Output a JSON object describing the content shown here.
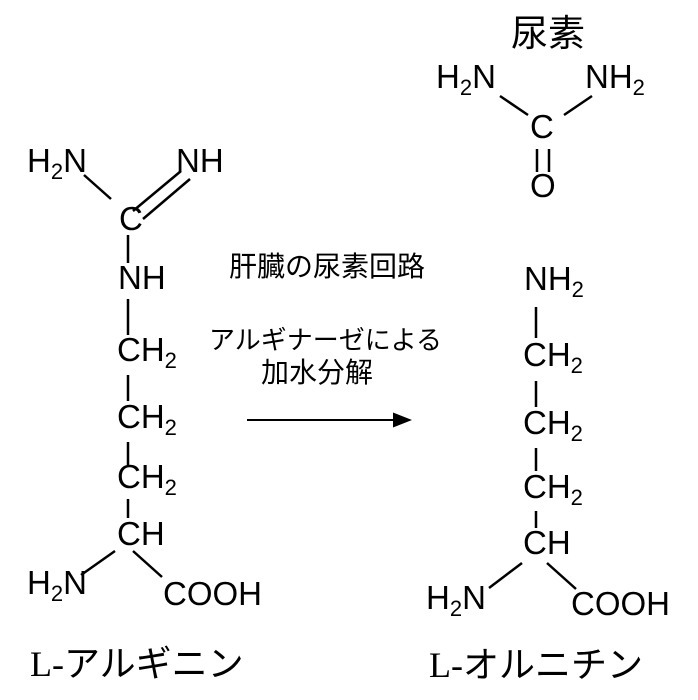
{
  "colors": {
    "ink": "#000000",
    "background": "#ffffff"
  },
  "reaction": {
    "condition_line1": "肝臓の尿素回路",
    "condition_line2": "アルギナーゼによる",
    "condition_line3": "加水分解"
  },
  "urea": {
    "title": "尿素",
    "amine_left": {
      "main": "H",
      "sub": "2",
      "tail": "N"
    },
    "amine_right": {
      "main": "NH",
      "sub": "2",
      "tail": ""
    },
    "carbonyl_carbon": "C",
    "carbonyl_oxygen": "O"
  },
  "arginine": {
    "label": "L-アルギニン",
    "guanidino_amine": {
      "main": "H",
      "sub": "2",
      "tail": "N"
    },
    "guanidino_imine": "NH",
    "guanidino_carbon": "C",
    "chain_nh": "NH",
    "chain_ch2_1": {
      "main": "CH",
      "sub": "2",
      "tail": ""
    },
    "chain_ch2_2": {
      "main": "CH",
      "sub": "2",
      "tail": ""
    },
    "chain_ch2_3": {
      "main": "CH",
      "sub": "2",
      "tail": ""
    },
    "alpha_ch": "CH",
    "alpha_amine": {
      "main": "H",
      "sub": "2",
      "tail": "N"
    },
    "carboxyl": "COOH"
  },
  "ornithine": {
    "label": "L-オルニチン",
    "terminal_amine": {
      "main": "NH",
      "sub": "2",
      "tail": ""
    },
    "chain_ch2_1": {
      "main": "CH",
      "sub": "2",
      "tail": ""
    },
    "chain_ch2_2": {
      "main": "CH",
      "sub": "2",
      "tail": ""
    },
    "chain_ch2_3": {
      "main": "CH",
      "sub": "2",
      "tail": ""
    },
    "alpha_ch": "CH",
    "alpha_amine": {
      "main": "H",
      "sub": "2",
      "tail": "N"
    },
    "carboxyl": "COOH"
  }
}
